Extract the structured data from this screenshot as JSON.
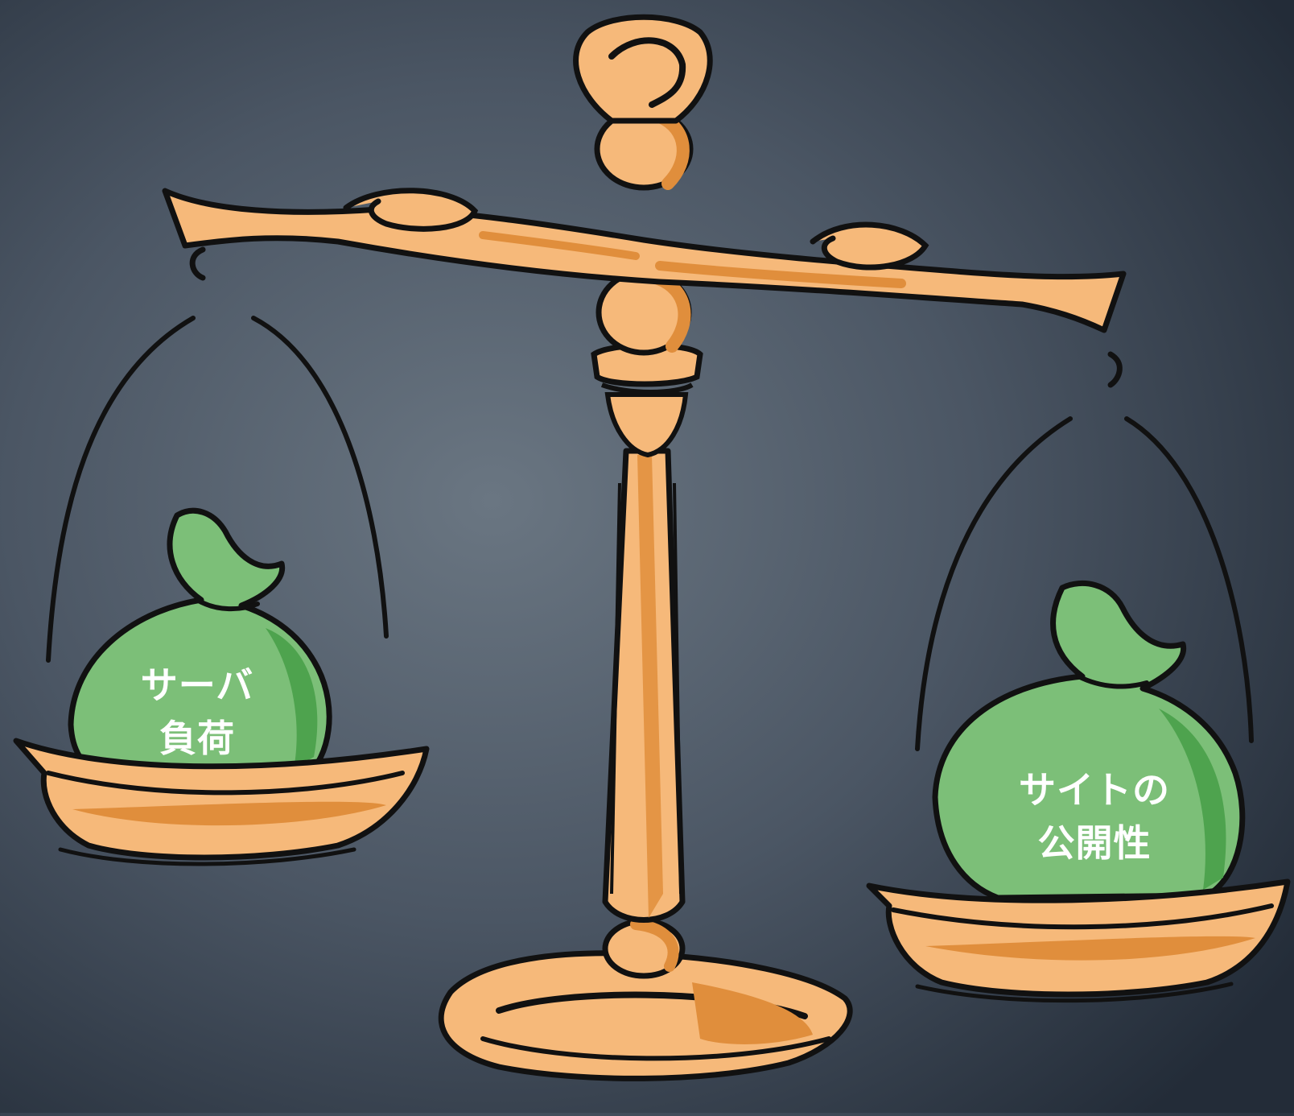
{
  "left_bag": {
    "line1": "サーバ",
    "line2": "負荷"
  },
  "right_bag": {
    "line1": "サイトの",
    "line2": "公開性"
  },
  "colors": {
    "brass": "#f6b97a",
    "brass_shadow": "#e08e3c",
    "outline": "#111111",
    "bag_green": "#7cbf78",
    "bag_shadow": "#4ea34e",
    "label_text": "#ffffff"
  }
}
